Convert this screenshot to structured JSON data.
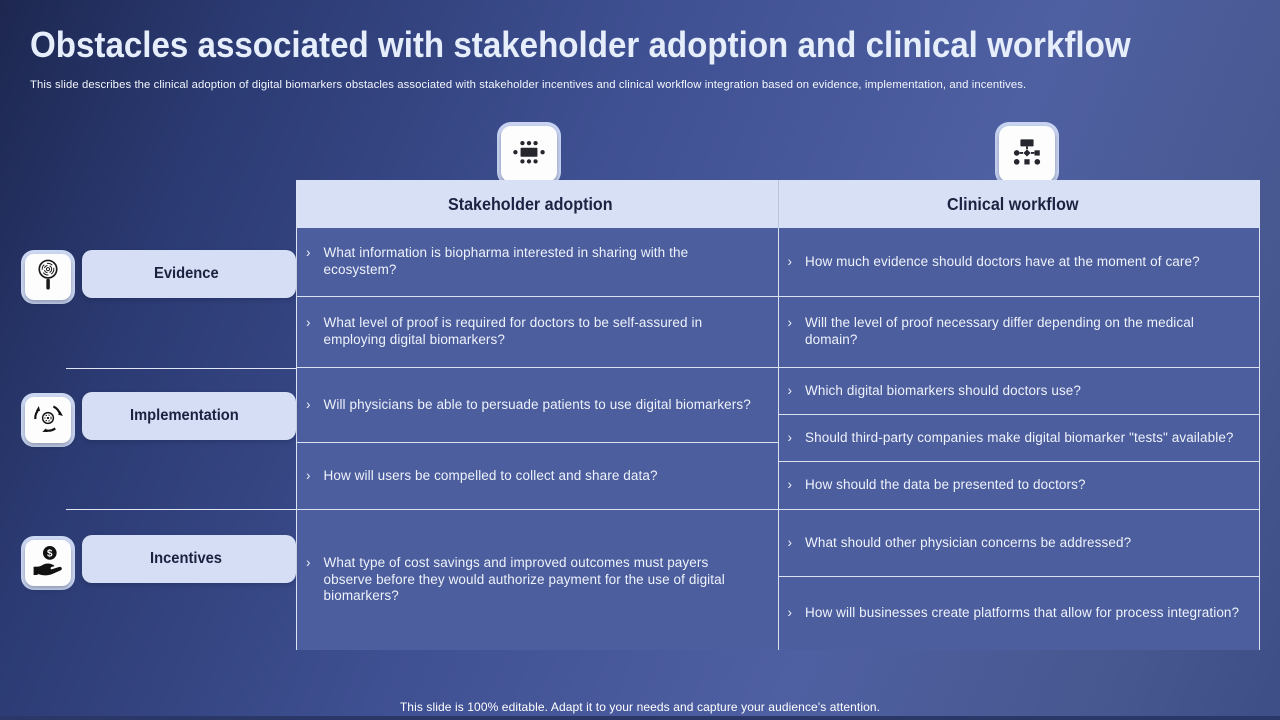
{
  "slide": {
    "title": "Obstacles associated with stakeholder adoption and clinical workflow",
    "subtitle": "This slide describes the clinical adoption of digital biomarkers obstacles associated with stakeholder incentives and clinical workflow integration based on evidence, implementation, and incentives.",
    "footer": "This slide is 100% editable. Adapt it to your needs and capture your audience's attention.",
    "bullet": "›"
  },
  "colors": {
    "background_dark": "#1d2750",
    "background_mid": "#4f60a2",
    "cell_fill": "#4c5e9e",
    "header_band": "#d8e0f5",
    "pill_fill": "#d5def4",
    "dark_text": "#1c2342",
    "cell_text": "#eef2fa"
  },
  "columns": [
    {
      "label": "Stakeholder adoption",
      "icon": "meeting-table-icon"
    },
    {
      "label": "Clinical workflow",
      "icon": "flowchart-icon"
    }
  ],
  "rows": [
    {
      "label": "Evidence",
      "icon": "fingerprint-magnifier-icon"
    },
    {
      "label": "Implementation",
      "icon": "process-sync-icon"
    },
    {
      "label": "Incentives",
      "icon": "hand-coin-icon"
    }
  ],
  "cells": {
    "stakeholder": [
      "What information is biopharma interested in sharing with the ecosystem?",
      "What level of proof is required for doctors to be self-assured in employing digital biomarkers?",
      "Will physicians be able to persuade patients to use digital biomarkers?",
      "How will users be compelled to collect and share data?",
      "What type of cost savings and improved outcomes must payers observe before they would authorize payment for the use of digital biomarkers?"
    ],
    "clinical": [
      "How much evidence should doctors have at the moment of care?",
      "Will the level of proof necessary differ depending on the medical domain?",
      "Which digital biomarkers should doctors use?",
      "Should third-party companies make digital biomarker \"tests\" available?",
      "How should the data be presented to doctors?",
      "What should other physician concerns be addressed?",
      "How will businesses create platforms that allow for process integration?"
    ]
  }
}
